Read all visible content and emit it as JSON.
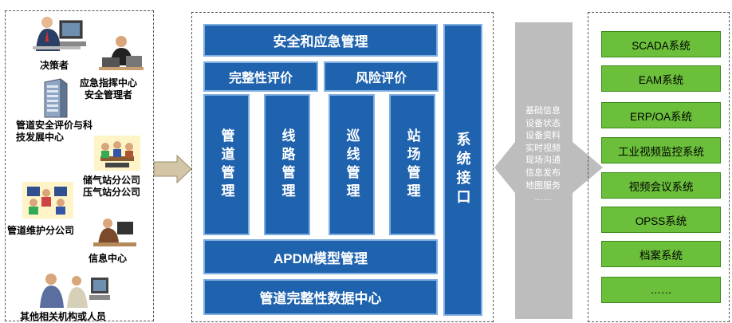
{
  "users": [
    {
      "label": "决策者",
      "icon": "businessman-at-computer-icon"
    },
    {
      "label": "应急指挥中心\n安全管理者",
      "icon": "manager-at-desk-icon"
    },
    {
      "label": "管道安全评价与科\n技发展中心",
      "icon": "office-building-icon"
    },
    {
      "label": "储气站分公司\n压气站分公司",
      "icon": "meeting-group-icon"
    },
    {
      "label": "管道维护分公司",
      "icon": "team-at-computers-icon"
    },
    {
      "label": "信息中心",
      "icon": "person-at-desk-icon"
    },
    {
      "label": "其他相关机构或人员",
      "icon": "people-at-computer-icon"
    }
  ],
  "platform": {
    "safety": "安全和应急管理",
    "integrity_eval": "完整性评价",
    "risk_eval": "风险评价",
    "columns": [
      "管道管理",
      "线路管理",
      "巡线管理",
      "站场管理"
    ],
    "system_interface": "系统接口",
    "apdm": "APDM模型管理",
    "data_center": "管道完整性数据中心"
  },
  "middle_services": [
    "基础信息",
    "设备状态",
    "设备资料",
    "实时视频",
    "现场沟通",
    "信息发布",
    "地图服务",
    "……"
  ],
  "systems": [
    "SCADA系统",
    "EAM系统",
    "ERP/OA系统",
    "工业视频监控系统",
    "视频会议系统",
    "OPSS系统",
    "档案系统",
    "……"
  ],
  "colors": {
    "blue_box": "#1f63ae",
    "green_box": "#6bbf3a",
    "gray_arrow": "#bdbdbd",
    "arrow_tan": "#d2c6a6"
  }
}
